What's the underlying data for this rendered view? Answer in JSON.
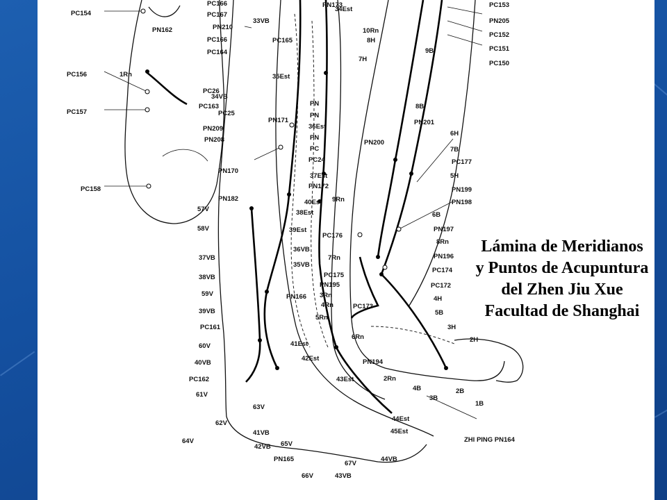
{
  "caption": {
    "line1": "Lámina de Meridianos",
    "line2": "y Puntos de Acupuntura",
    "line3": "del Zhen Jiu Xue",
    "line4": "Facultad de Shanghai"
  },
  "diagram": {
    "labels": [
      "PC154",
      "PN162",
      "PC156",
      "1Rn",
      "PC157",
      "PC158",
      "PC166",
      "PC167",
      "PN210",
      "PC166",
      "PC164",
      "33VB",
      "PC165",
      "PN173",
      "34Est",
      "35Est",
      "PC26",
      "34VB",
      "PC163",
      "PC25",
      "PN209",
      "PN208",
      "PN171",
      "PN",
      "PN",
      "36Est",
      "PN",
      "PC",
      "PC24",
      "PN170",
      "37Est",
      "PN172",
      "PN182",
      "40Est",
      "38Est",
      "57V",
      "58V",
      "39Est",
      "36VB",
      "35VB",
      "37VB",
      "38VB",
      "59V",
      "PN166",
      "39VB",
      "PC161",
      "41Est",
      "60V",
      "42Est",
      "40VB",
      "PC162",
      "61V",
      "43Est",
      "63V",
      "62V",
      "64V",
      "41VB",
      "42VB",
      "65V",
      "PN165",
      "44Est",
      "45Est",
      "44VB",
      "67V",
      "66V",
      "43VB",
      "ZHI PING PN164",
      "10Rn",
      "8H",
      "7H",
      "9B",
      "8B",
      "PN201",
      "PN200",
      "6H",
      "7B",
      "PC177",
      "5H",
      "PN199",
      "9Rn",
      "PN198",
      "6B",
      "PN197",
      "8Rn",
      "PN196",
      "PC176",
      "7Rn",
      "PC174",
      "PC175",
      "PN195",
      "PC172",
      "3Rn",
      "4H",
      "4Rn",
      "PC173",
      "5B",
      "5Rn",
      "3H",
      "6Rn",
      "2H",
      "PN194",
      "2Rn",
      "4B",
      "2B",
      "3B",
      "1B",
      "PC153",
      "PN205",
      "PC152",
      "PC151",
      "PC150"
    ]
  }
}
